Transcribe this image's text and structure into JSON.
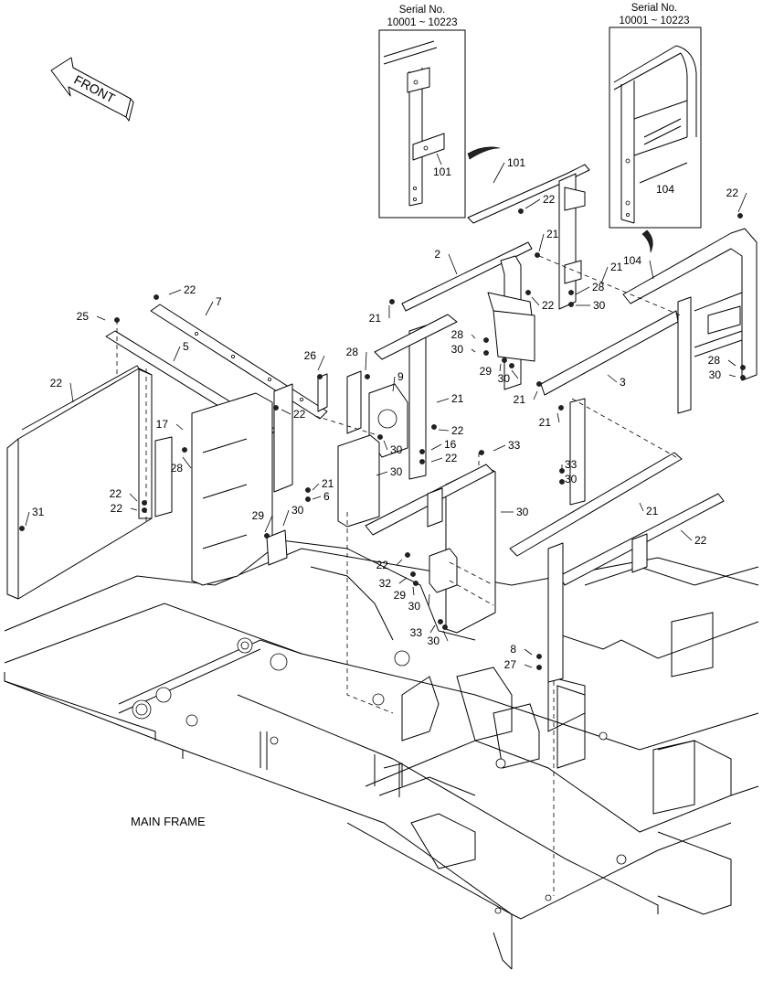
{
  "front_label": "FRONT",
  "main_frame_label": "MAIN FRAME",
  "insets": [
    {
      "serial_title": "Serial No.",
      "serial_range": "10001 ~ 10223",
      "part_label": "101"
    },
    {
      "serial_title": "Serial No.",
      "serial_range": "10001 ~ 10223",
      "part_label": "104"
    }
  ],
  "callouts": [
    "101",
    "22",
    "21",
    "2",
    "22",
    "21",
    "104",
    "21",
    "28",
    "30",
    "22",
    "28",
    "30",
    "29",
    "30",
    "21",
    "3",
    "28",
    "30",
    "21",
    "7",
    "22",
    "25",
    "5",
    "22",
    "26",
    "9",
    "21",
    "22",
    "22",
    "28",
    "30",
    "16",
    "22",
    "17",
    "28",
    "30",
    "21",
    "6",
    "33",
    "30",
    "33",
    "30",
    "22",
    "22",
    "31",
    "22",
    "29",
    "30",
    "32",
    "29",
    "30",
    "33",
    "30",
    "8",
    "27",
    "21",
    "22"
  ]
}
